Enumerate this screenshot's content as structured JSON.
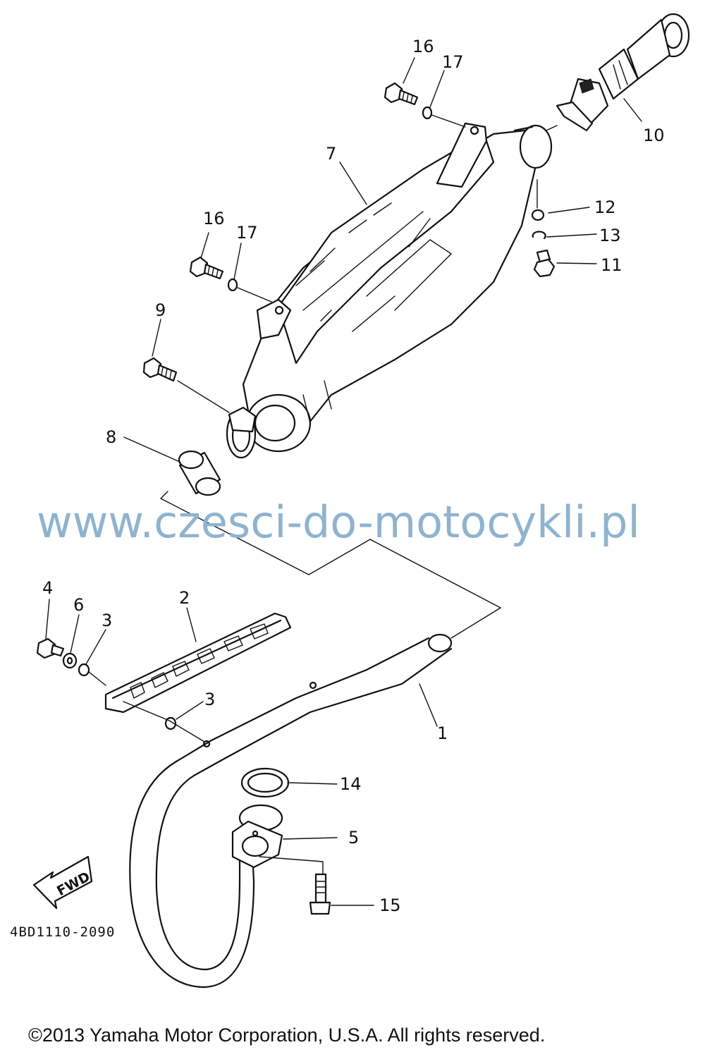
{
  "diagram": {
    "part_labels": [
      {
        "id": "16a",
        "text": "16"
      },
      {
        "id": "17a",
        "text": "17"
      },
      {
        "id": "10",
        "text": "10"
      },
      {
        "id": "7",
        "text": "7"
      },
      {
        "id": "12",
        "text": "12"
      },
      {
        "id": "13",
        "text": "13"
      },
      {
        "id": "11",
        "text": "11"
      },
      {
        "id": "16b",
        "text": "16"
      },
      {
        "id": "17b",
        "text": "17"
      },
      {
        "id": "9",
        "text": "9"
      },
      {
        "id": "8",
        "text": "8"
      },
      {
        "id": "4",
        "text": "4"
      },
      {
        "id": "6",
        "text": "6"
      },
      {
        "id": "3a",
        "text": "3"
      },
      {
        "id": "2",
        "text": "2"
      },
      {
        "id": "3b",
        "text": "3"
      },
      {
        "id": "1",
        "text": "1"
      },
      {
        "id": "14",
        "text": "14"
      },
      {
        "id": "5",
        "text": "5"
      },
      {
        "id": "15",
        "text": "15"
      }
    ],
    "direction_arrow": "FWD",
    "drawing_code": "4BD1110-2090",
    "watermark": "www.czesci-do-motocykli.pl",
    "copyright": "©2013 Yamaha Motor Corporation, U.S.A. All rights reserved."
  }
}
